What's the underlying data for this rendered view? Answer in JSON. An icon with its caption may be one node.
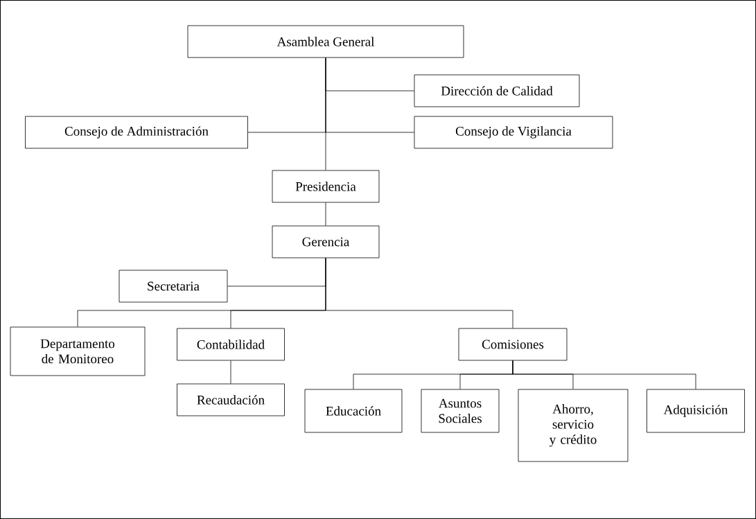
{
  "diagram": {
    "nodes": [
      {
        "text": [
          "Asamblea General"
        ]
      },
      {
        "text": [
          "Dirección de Calidad"
        ]
      },
      {
        "text": [
          "Consejo de Administración"
        ]
      },
      {
        "text": [
          "Consejo de Vigilancia"
        ]
      },
      {
        "text": [
          "Presidencia"
        ]
      },
      {
        "text": [
          "Gerencia"
        ]
      },
      {
        "text": [
          "Secretaria"
        ]
      },
      {
        "text": [
          "Departamento de Monitoreo"
        ]
      },
      {
        "text": [
          "Contabilidad"
        ]
      },
      {
        "text": [
          "Comisiones"
        ]
      },
      {
        "text": [
          "Recaudación"
        ]
      },
      {
        "text": [
          "Educación"
        ]
      },
      {
        "text": [
          "Asuntos Sociales"
        ]
      },
      {
        "text": [
          "Ahorro, servicio y crédito"
        ]
      },
      {
        "text": [
          "Adquisición"
        ]
      }
    ],
    "edges": [
      {
        "from": 0,
        "to": 1,
        "arrow": "none"
      },
      {
        "from": 0,
        "to": 2,
        "arrow": "none"
      },
      {
        "from": 0,
        "to": 3,
        "arrow": "none"
      },
      {
        "from": 0,
        "to": 4,
        "arrow": "none"
      },
      {
        "from": 4,
        "to": 5,
        "arrow": "none"
      },
      {
        "from": 5,
        "to": 6,
        "arrow": "none"
      },
      {
        "from": 5,
        "to": 7,
        "arrow": "none"
      },
      {
        "from": 5,
        "to": 8,
        "arrow": "none"
      },
      {
        "from": 5,
        "to": 9,
        "arrow": "none"
      },
      {
        "from": 8,
        "to": 10,
        "arrow": "none"
      },
      {
        "from": 9,
        "to": 11,
        "arrow": "none"
      },
      {
        "from": 9,
        "to": 12,
        "arrow": "none"
      },
      {
        "from": 9,
        "to": 13,
        "arrow": "none"
      },
      {
        "from": 9,
        "to": 14,
        "arrow": "none"
      }
    ]
  }
}
